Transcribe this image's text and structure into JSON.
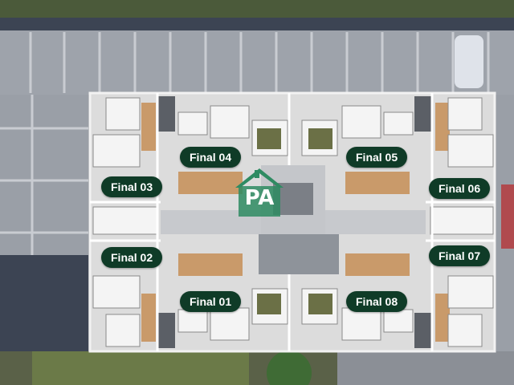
{
  "logo": {
    "text": "PA",
    "icon": "house-roof-icon",
    "color": "#2e8b62"
  },
  "units": [
    {
      "id": "01",
      "label": "Final 01"
    },
    {
      "id": "02",
      "label": "Final 02"
    },
    {
      "id": "03",
      "label": "Final 03"
    },
    {
      "id": "04",
      "label": "Final 04"
    },
    {
      "id": "05",
      "label": "Final 05"
    },
    {
      "id": "06",
      "label": "Final 06"
    },
    {
      "id": "07",
      "label": "Final 07"
    },
    {
      "id": "08",
      "label": "Final 08"
    }
  ],
  "colors": {
    "label_bg": "#0f3b27",
    "label_text": "#ffffff",
    "floor_wood": "#b9875a",
    "wall": "#e8e8e8"
  }
}
